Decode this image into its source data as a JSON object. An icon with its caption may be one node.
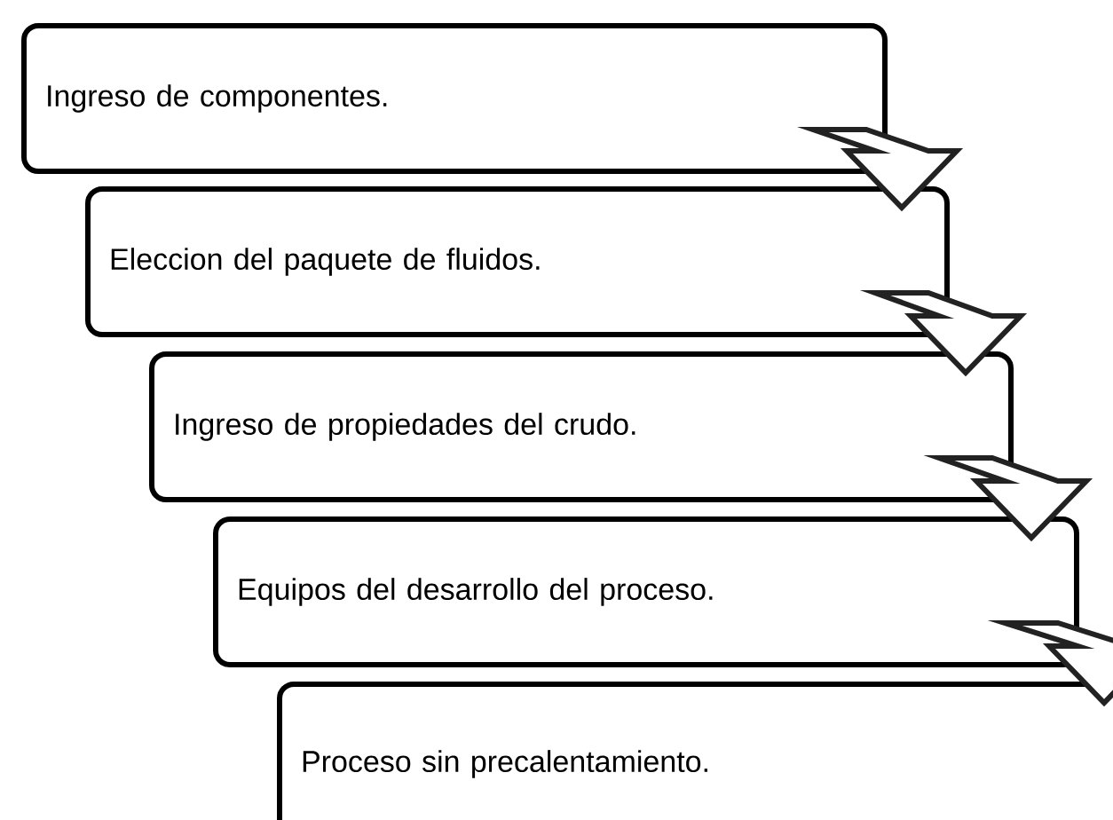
{
  "diagram": {
    "nodes": [
      {
        "text": [
          "Ingreso de componentes."
        ]
      },
      {
        "text": [
          "Eleccion del paquete de fluidos."
        ]
      },
      {
        "text": [
          "Ingreso de propiedades del crudo."
        ]
      },
      {
        "text": [
          "Equipos del desarrollo del proceso."
        ]
      },
      {
        "text": [
          "Proceso sin precalentamiento."
        ]
      }
    ],
    "edges": [
      {
        "from": 0,
        "to": 1,
        "arrow": "to"
      },
      {
        "from": 1,
        "to": 2,
        "arrow": "to"
      },
      {
        "from": 2,
        "to": 3,
        "arrow": "to"
      },
      {
        "from": 3,
        "to": 4,
        "arrow": "to"
      }
    ]
  }
}
